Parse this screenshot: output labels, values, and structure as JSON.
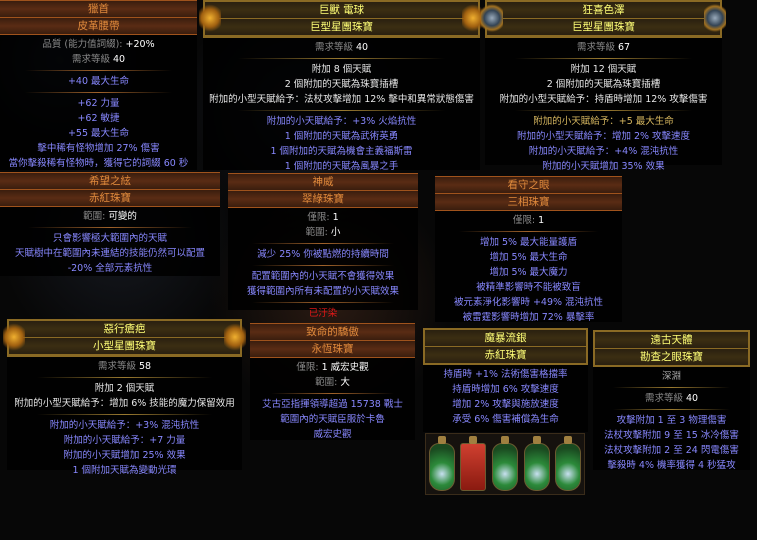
{
  "tooltips": [
    {
      "style": "u",
      "name": "獵首",
      "base": "皮革腰帶",
      "lines": [
        {
          "t": "prop",
          "k": "品質 (能力值詞綴): ",
          "v": "+20%"
        },
        {
          "t": "prop",
          "k": "需求等級 ",
          "v": "40"
        },
        {
          "t": "sep"
        },
        {
          "t": "mod",
          "s": "+40 最大生命"
        },
        {
          "t": "sep"
        },
        {
          "t": "mod",
          "s": "+62 力量"
        },
        {
          "t": "mod",
          "s": "+62 敏捷"
        },
        {
          "t": "mod",
          "s": "+55 最大生命"
        },
        {
          "t": "mod",
          "s": "擊中稀有怪物增加 27% 傷害"
        },
        {
          "t": "mod",
          "s": "當你擊殺稀有怪物時，獲得它的詞綴 60 秒"
        }
      ]
    },
    {
      "style": "r",
      "orn": "gold",
      "name": "巨獸 電球",
      "base": "巨型星團珠寶",
      "lines": [
        {
          "t": "prop",
          "k": "需求等級 ",
          "v": "40"
        },
        {
          "t": "sep"
        },
        {
          "t": "white",
          "s": "附加 8 個天賦"
        },
        {
          "t": "white",
          "s": "2 個附加的天賦為珠寶插槽"
        },
        {
          "t": "white",
          "s": "附加的小型天賦給予：法杖攻擊增加 12% 擊中和異常狀態傷害"
        },
        {
          "t": "sep"
        },
        {
          "t": "mod",
          "s": "附加的小天賦給予：+3% 火焰抗性"
        },
        {
          "t": "mod",
          "s": "1 個附加的天賦為武術英勇"
        },
        {
          "t": "mod",
          "s": "1 個附加的天賦為機會主義福斯雷"
        },
        {
          "t": "mod",
          "s": "1 個附加的天賦為風暴之手"
        }
      ]
    },
    {
      "style": "r",
      "orn": "blue",
      "name": "狂喜色澤",
      "base": "巨型星團珠寶",
      "lines": [
        {
          "t": "prop",
          "k": "需求等級 ",
          "v": "67"
        },
        {
          "t": "sep"
        },
        {
          "t": "white",
          "s": "附加 12 個天賦"
        },
        {
          "t": "white",
          "s": "2 個附加的天賦為珠寶插槽"
        },
        {
          "t": "white",
          "s": "附加的小型天賦給予：持盾時增加 12% 攻擊傷害"
        },
        {
          "t": "sep"
        },
        {
          "t": "gold",
          "s": "附加的小天賦給予：+5 最大生命"
        },
        {
          "t": "mod",
          "s": "附加的小型天賦給予：增加 2% 攻擊速度"
        },
        {
          "t": "mod",
          "s": "附加的小天賦給予：+4% 混沌抗性"
        },
        {
          "t": "mod",
          "s": "附加的小天賦增加 35% 效果"
        }
      ]
    },
    {
      "style": "u",
      "name": "希望之絃",
      "base": "赤紅珠寶",
      "lines": [
        {
          "t": "prop",
          "k": "範圍: ",
          "v": "可變的"
        },
        {
          "t": "sep"
        },
        {
          "t": "mod",
          "s": "只會影響極大範圍內的天賦"
        },
        {
          "t": "mod",
          "s": "天賦樹中在範圍內未連結的技能仍然可以配置"
        },
        {
          "t": "mod",
          "s": "-20% 全部元素抗性"
        }
      ]
    },
    {
      "style": "u",
      "name": "神威",
      "base": "翠綠珠寶",
      "lines": [
        {
          "t": "prop",
          "k": "僅限: ",
          "v": "1"
        },
        {
          "t": "prop",
          "k": "範圍: ",
          "v": "小"
        },
        {
          "t": "sep"
        },
        {
          "t": "mod",
          "s": "減少 25% 你被點燃的持續時間"
        },
        {
          "t": "sep"
        },
        {
          "t": "mod",
          "s": "配置範圍內的小天賦不會獲得效果"
        },
        {
          "t": "mod",
          "s": "獲得範圍內所有未配置的小天賦效果"
        },
        {
          "t": "sep"
        },
        {
          "t": "red",
          "s": "已汙染"
        }
      ]
    },
    {
      "style": "u",
      "name": "看守之眼",
      "base": "三相珠寶",
      "lines": [
        {
          "t": "prop",
          "k": "僅限: ",
          "v": "1"
        },
        {
          "t": "sep"
        },
        {
          "t": "mod",
          "s": "增加 5% 最大能量護盾"
        },
        {
          "t": "mod",
          "s": "增加 5% 最大生命"
        },
        {
          "t": "mod",
          "s": "增加 5% 最大魔力"
        },
        {
          "t": "mod",
          "s": "被精準影響時不能被致盲"
        },
        {
          "t": "mod",
          "s": "被元素淨化影響時 +49% 混沌抗性"
        },
        {
          "t": "mod",
          "s": "被雷霆影響時增加 72% 暴擊率"
        }
      ]
    },
    {
      "style": "r",
      "orn": "gold",
      "name": "惡行瘡疤",
      "base": "小型星團珠寶",
      "lines": [
        {
          "t": "prop",
          "k": "需求等級 ",
          "v": "58"
        },
        {
          "t": "sep"
        },
        {
          "t": "white",
          "s": "附加 2 個天賦"
        },
        {
          "t": "white",
          "s": "附加的小型天賦給予：增加 6% 技能的魔力保留效用"
        },
        {
          "t": "sep"
        },
        {
          "t": "mod",
          "s": "附加的小天賦給予：+3% 混沌抗性"
        },
        {
          "t": "mod",
          "s": "附加的小天賦給予：+7 力量"
        },
        {
          "t": "mod",
          "s": "附加的小天賦增加 25% 效果"
        },
        {
          "t": "mod",
          "s": "1 個附加天賦為變動光環"
        }
      ]
    },
    {
      "style": "u",
      "name": "致命的驕傲",
      "base": "永恆珠寶",
      "lines": [
        {
          "t": "prop",
          "k": "僅限: ",
          "v": "1 威宏史觀"
        },
        {
          "t": "prop",
          "k": "範圍: ",
          "v": "大"
        },
        {
          "t": "sep"
        },
        {
          "t": "mod",
          "s": "艾古亞指揮領導超過 15738 戰士"
        },
        {
          "t": "mod",
          "s": "範圍內的天賦臣服於卡魯"
        },
        {
          "t": "mod",
          "s": "威宏史觀"
        }
      ]
    },
    {
      "style": "r",
      "name": "魔暴流銀",
      "base": "赤紅珠寶",
      "lines": [
        {
          "t": "mod",
          "s": "持盾時 +1% 法術傷害格擋率"
        },
        {
          "t": "mod",
          "s": "持盾時增加 6% 攻擊速度"
        },
        {
          "t": "mod",
          "s": "增加 2% 攻擊與施放速度"
        },
        {
          "t": "mod",
          "s": "承受 6% 傷害補償為生命"
        }
      ]
    },
    {
      "style": "r",
      "name": "遠古天體",
      "base": "勘查之眼珠寶",
      "lines": [
        {
          "t": "gray",
          "s": "深淵"
        },
        {
          "t": "sep"
        },
        {
          "t": "prop",
          "k": "需求等級 ",
          "v": "40"
        },
        {
          "t": "sep"
        },
        {
          "t": "mod",
          "s": "攻擊附加 1 至 3 物理傷害"
        },
        {
          "t": "mod",
          "s": "法杖攻擊附加 9 至 15 冰冷傷害"
        },
        {
          "t": "mod",
          "s": "法杖攻擊附加 2 至 24 閃電傷害"
        },
        {
          "t": "mod",
          "s": "擊殺時 4% 機率獲得 4 秒猛攻"
        }
      ]
    }
  ],
  "flasks": [
    "mana-flask",
    "life-flask",
    "diamond-flask",
    "amethyst-flask",
    "basalt-flask"
  ]
}
